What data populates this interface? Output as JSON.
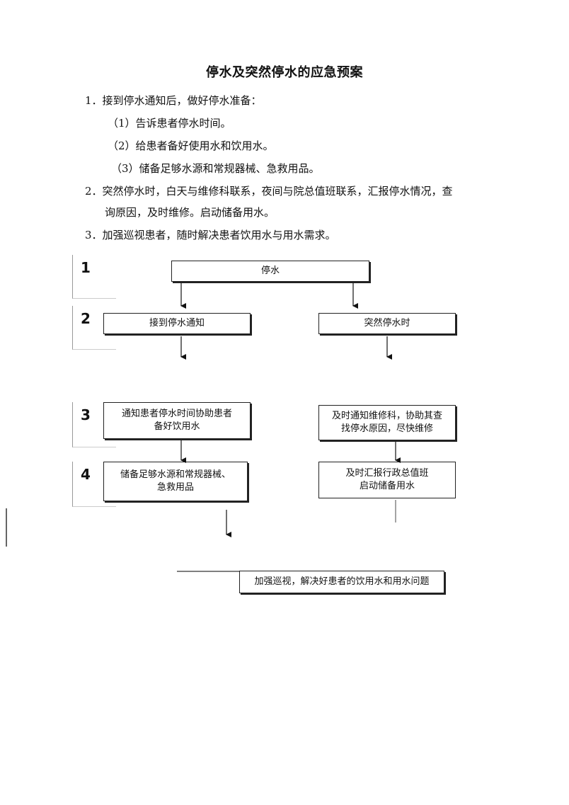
{
  "title": "停水及突然停水的应急预案",
  "paragraphs": {
    "p1": "1．接到停水通知后，做好停水准备：",
    "p1a": "（1）告诉患者停水时间。",
    "p1b": "（2）给患者备好使用水和饮用水。",
    "p1c": "（3）储备足够水源和常规器械、急救用品。",
    "p2_line1": "2．突然停水时，白天与维修科联系，夜间与院总值班联系，汇报停水情况，查",
    "p2_line2": "询原因，及时维修。启动储备用水。",
    "p3": "3．加强巡视患者，随时解决患者饮用水与用水需求。"
  },
  "steps": [
    "1",
    "2",
    "3",
    "4"
  ],
  "flow": {
    "top": "停水",
    "left1": "接到停水通知",
    "right1": "突然停水时",
    "left2_line1": "通知患者停水时间协助患者",
    "left2_line2": "备好饮用水",
    "right2_line1": "及时通知维修科，协助其查",
    "right2_line2": "找停水原因，尽快维修",
    "left3_line1": "储备足够水源和常规器械、",
    "left3_line2": "急救用品",
    "right3_line1": "及时汇报行政总值班",
    "right3_line2": "启动储备用水",
    "final": "加强巡视，解决好患者的饮用水和用水问题"
  }
}
